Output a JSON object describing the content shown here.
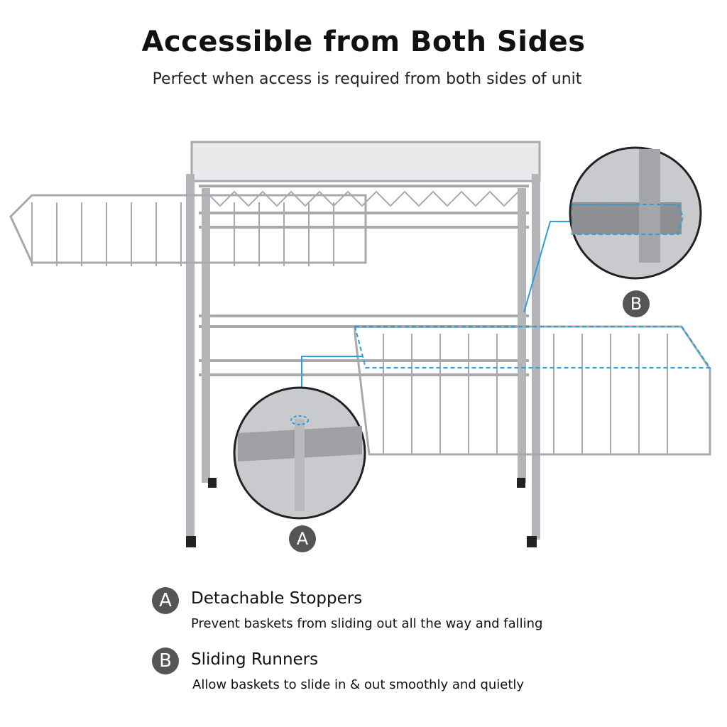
{
  "header": {
    "title": "Accessible from Both Sides",
    "subtitle": "Perfect when access is required from both sides of unit"
  },
  "callouts": {
    "a_label": "A",
    "b_label": "B"
  },
  "features": [
    {
      "badge": "A",
      "title": "Detachable Stoppers",
      "description": "Prevent baskets from sliding out all the way and falling"
    },
    {
      "badge": "B",
      "title": "Sliding Runners",
      "description": "Allow baskets to slide in & out smoothly and quietly"
    }
  ],
  "colors": {
    "accent": "#2a9fd8",
    "badge": "#555555",
    "metal": "#a8a9ad"
  }
}
